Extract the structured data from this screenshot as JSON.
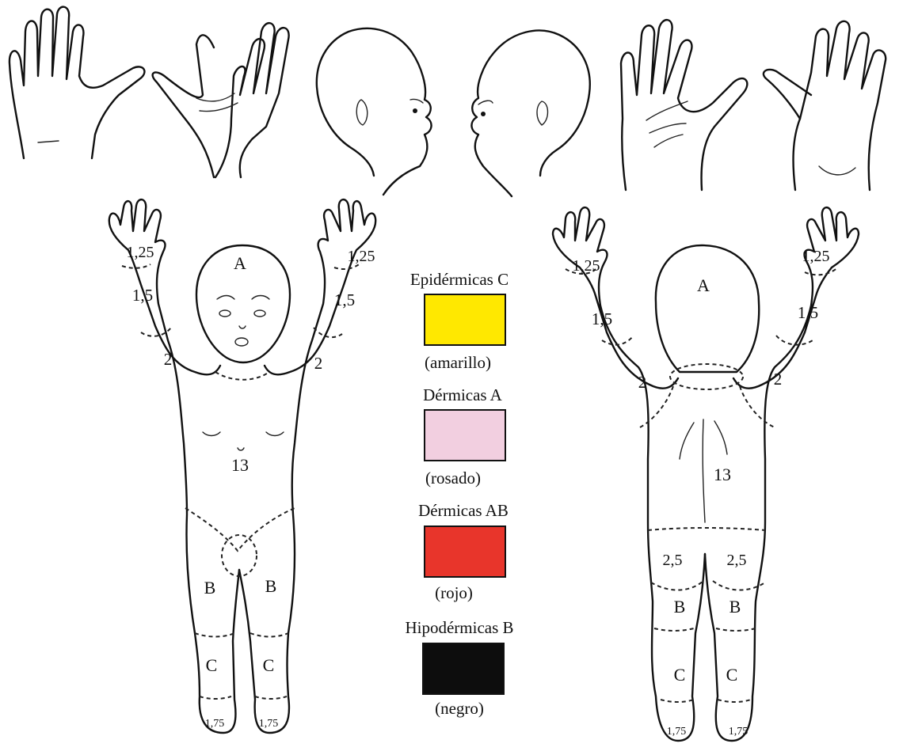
{
  "front_figure": {
    "head": "A",
    "hand_left": "1,25",
    "hand_right": "1,25",
    "forearm_left": "1,5",
    "forearm_right": "1,5",
    "arm_left": "2",
    "arm_right": "2",
    "trunk": "13",
    "thigh_left": "B",
    "thigh_right": "B",
    "leg_left": "C",
    "leg_right": "C",
    "foot_left": "1,75",
    "foot_right": "1,75"
  },
  "back_figure": {
    "head": "A",
    "hand_left": "1,25",
    "hand_right": "1,25",
    "forearm_left": "1,5",
    "forearm_right": "1,5",
    "arm_left": "2",
    "arm_right": "2",
    "trunk": "13",
    "buttock_left": "2,5",
    "buttock_right": "2,5",
    "thigh_left": "B",
    "thigh_right": "B",
    "leg_left": "C",
    "leg_right": "C",
    "foot_left": "1,75",
    "foot_right": "1,75"
  },
  "legend": [
    {
      "title": "Epidérmicas C",
      "color_name": "(amarillo)",
      "color": "#ffe800"
    },
    {
      "title": "Dérmicas A",
      "color_name": "(rosado)",
      "color": "#f2cfe0"
    },
    {
      "title": "Dérmicas AB",
      "color_name": "(rojo)",
      "color": "#e8352b"
    },
    {
      "title": "Hipodérmicas B",
      "color_name": "(negro)",
      "color": "#0d0d0d"
    }
  ]
}
